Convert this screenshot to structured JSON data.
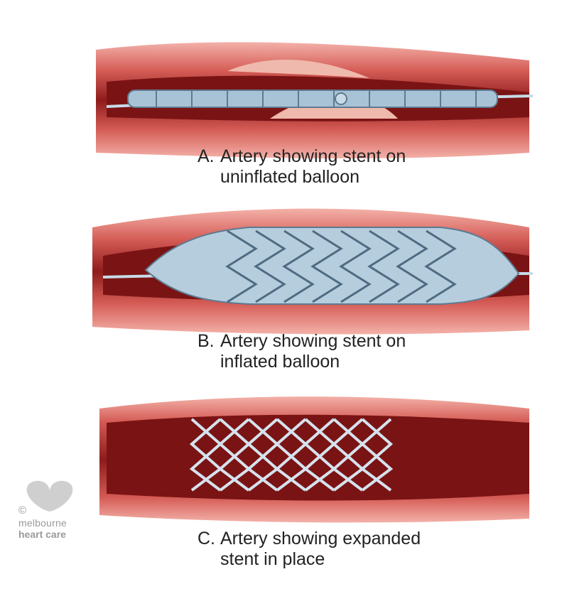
{
  "panels": [
    {
      "letter": "A.",
      "line1": "Artery showing stent on",
      "line2": "uninflated balloon"
    },
    {
      "letter": "B.",
      "line1": "Artery showing stent on",
      "line2": "inflated balloon"
    },
    {
      "letter": "C.",
      "line1": "Artery showing expanded",
      "line2": "stent in place"
    }
  ],
  "logo": {
    "copyright": "©",
    "brand_line1": "melbourne",
    "brand_line2": "heart care"
  },
  "colors": {
    "artery_outer": "#e58a86",
    "artery_wall": "#c94a45",
    "lumen": "#7a1414",
    "plaque": "#f0b9ad",
    "stent": "#a9c3d6",
    "stent_dark": "#5d7a91"
  }
}
